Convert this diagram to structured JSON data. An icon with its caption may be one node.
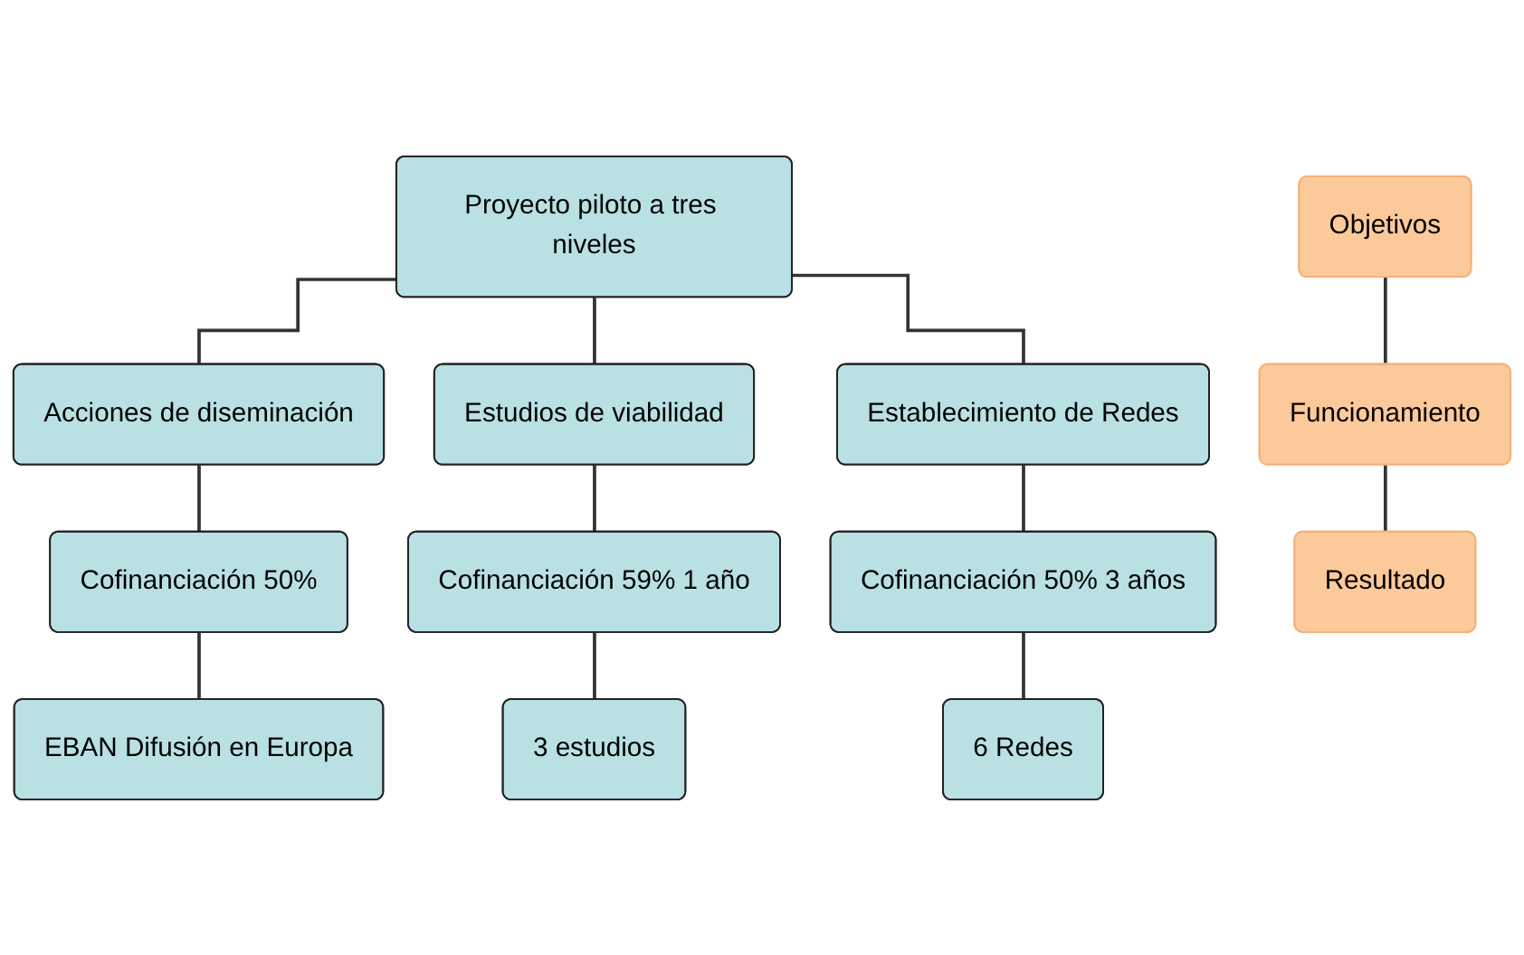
{
  "diagram": {
    "nodes": [
      {
        "text": [
          "Proyecto piloto a tres niveles"
        ]
      },
      {
        "text": [
          "Objetivos"
        ]
      },
      {
        "text": [
          "Acciones de diseminación"
        ]
      },
      {
        "text": [
          "Estudios de viabilidad"
        ]
      },
      {
        "text": [
          "Establecimiento de Redes"
        ]
      },
      {
        "text": [
          "Funcionamiento"
        ]
      },
      {
        "text": [
          "Cofinanciación 50%"
        ]
      },
      {
        "text": [
          "Cofinanciación 59% 1 año"
        ]
      },
      {
        "text": [
          "Cofinanciación 50% 3 años"
        ]
      },
      {
        "text": [
          "Resultado"
        ]
      },
      {
        "text": [
          "EBAN Difusión en Europa"
        ]
      },
      {
        "text": [
          "3 estudios"
        ]
      },
      {
        "text": [
          "6 Redes"
        ]
      }
    ],
    "edges": [
      {
        "from": 0,
        "to": 2,
        "arrow": "none"
      },
      {
        "from": 0,
        "to": 3,
        "arrow": "none"
      },
      {
        "from": 0,
        "to": 4,
        "arrow": "none"
      },
      {
        "from": 1,
        "to": 5,
        "arrow": "none"
      },
      {
        "from": 5,
        "to": 9,
        "arrow": "none"
      },
      {
        "from": 2,
        "to": 6,
        "arrow": "none"
      },
      {
        "from": 6,
        "to": 10,
        "arrow": "none"
      },
      {
        "from": 3,
        "to": 7,
        "arrow": "none"
      },
      {
        "from": 7,
        "to": 11,
        "arrow": "none"
      },
      {
        "from": 4,
        "to": 8,
        "arrow": "none"
      },
      {
        "from": 8,
        "to": 12,
        "arrow": "none"
      }
    ]
  }
}
